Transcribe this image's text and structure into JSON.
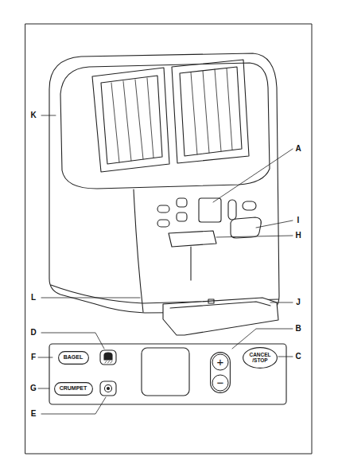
{
  "diagram": {
    "nodes": [
      {
        "text": [
          "BAGEL"
        ]
      },
      {
        "text": [
          "CRUMPET"
        ]
      },
      {
        "text": [
          "+",
          "−"
        ]
      },
      {
        "text": [
          "CANCEL /STOP"
        ]
      }
    ],
    "labels": [
      "A",
      "B",
      "C",
      "D",
      "E",
      "F",
      "G",
      "H",
      "I",
      "J",
      "K",
      "L"
    ]
  }
}
